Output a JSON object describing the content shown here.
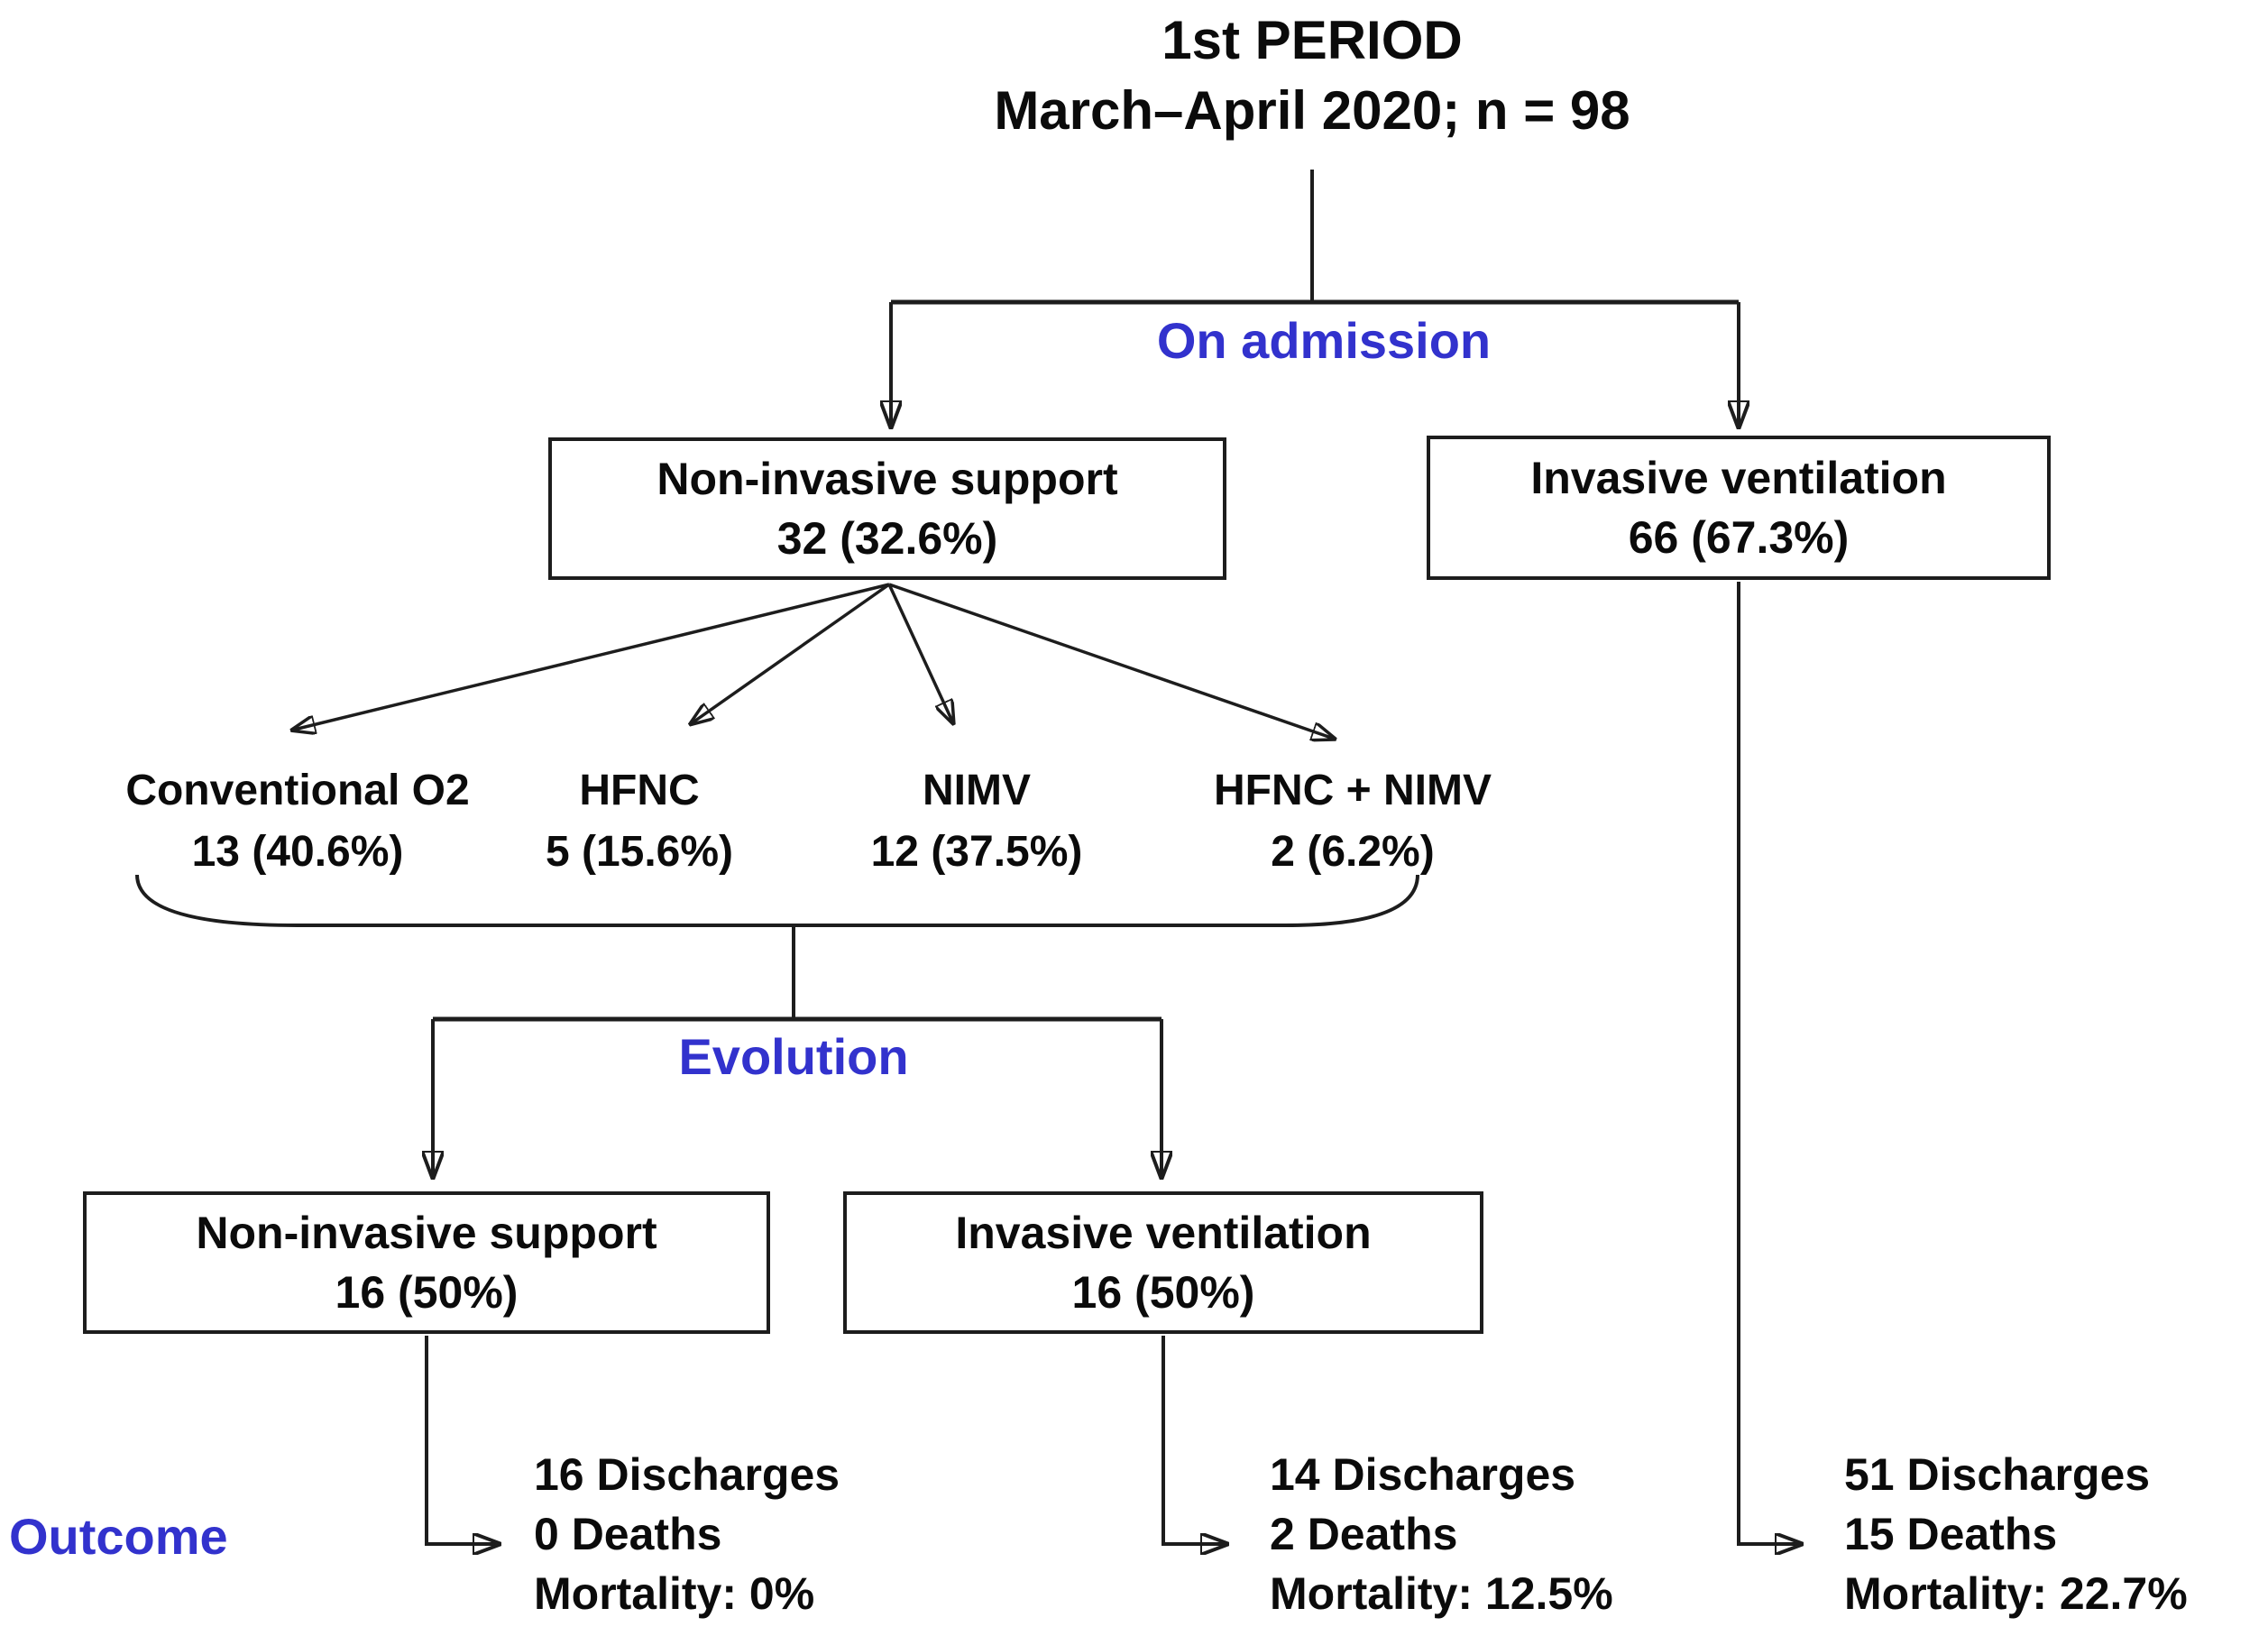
{
  "title": {
    "line1": "1st PERIOD",
    "line2": "March–April 2020; n = 98"
  },
  "stage_labels": {
    "admission": "On admission",
    "evolution": "Evolution",
    "outcome": "Outcome"
  },
  "colors": {
    "accent_blue": "#3232cd",
    "line_black": "#1d1d1d",
    "background": "#ffffff"
  },
  "admission_boxes": [
    {
      "label": "Non-invasive support",
      "value": "32 (32.6%)"
    },
    {
      "label": "Invasive ventilation",
      "value": "66 (67.3%)"
    }
  ],
  "noninvasive_breakdown": [
    {
      "label": "Conventional O2",
      "value": "13 (40.6%)"
    },
    {
      "label": "HFNC",
      "value": "5 (15.6%)"
    },
    {
      "label": "NIMV",
      "value": "12 (37.5%)"
    },
    {
      "label": "HFNC + NIMV",
      "value": "2 (6.2%)"
    }
  ],
  "evolution_boxes": [
    {
      "label": "Non-invasive support",
      "value": "16 (50%)"
    },
    {
      "label": "Invasive ventilation",
      "value": "16 (50%)"
    }
  ],
  "outcomes": [
    {
      "discharges": "16 Discharges",
      "deaths": "0 Deaths",
      "mortality": "Mortality: 0%"
    },
    {
      "discharges": "14 Discharges",
      "deaths": "2 Deaths",
      "mortality": "Mortality: 12.5%"
    },
    {
      "discharges": "51 Discharges",
      "deaths": "15 Deaths",
      "mortality": "Mortality: 22.7%"
    }
  ]
}
